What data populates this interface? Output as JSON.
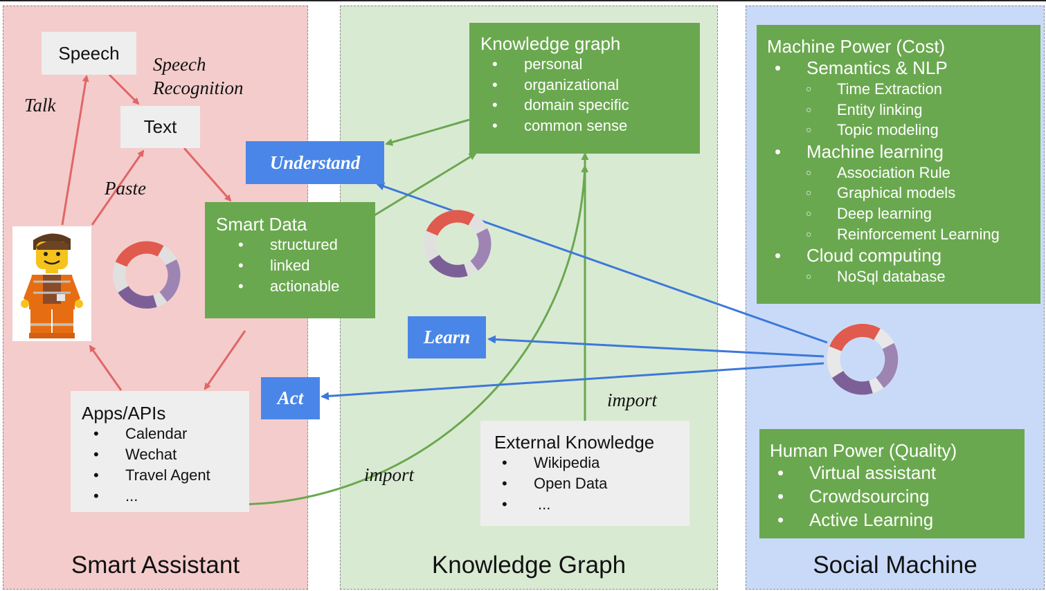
{
  "panels": {
    "smart_assistant": {
      "title": "Smart Assistant"
    },
    "knowledge_graph": {
      "title": "Knowledge Graph"
    },
    "social_machine": {
      "title": "Social Machine"
    }
  },
  "smart_assistant": {
    "speech": "Speech",
    "text": "Text",
    "smart_data": {
      "title": "Smart Data",
      "items": [
        "structured",
        "linked",
        "actionable"
      ]
    },
    "apps": {
      "title": "Apps/APIs",
      "items": [
        "Calendar",
        "Wechat",
        "Travel Agent",
        "..."
      ]
    },
    "labels": {
      "talk": "Talk",
      "speech_recognition_1": "Speech",
      "speech_recognition_2": "Recognition",
      "paste": "Paste"
    },
    "avatar_icon": "lego-figure-icon"
  },
  "knowledge_graph": {
    "kg_box": {
      "title": "Knowledge graph",
      "items": [
        "personal",
        "organizational",
        "domain specific",
        "common sense"
      ]
    },
    "external": {
      "title": "External Knowledge",
      "items": [
        "Wikipedia",
        "Open Data",
        "..."
      ]
    },
    "import_labels": [
      "import",
      "import"
    ]
  },
  "actions": {
    "understand": "Understand",
    "learn": "Learn",
    "act": "Act"
  },
  "social_machine": {
    "machine_power": {
      "title": "Machine Power (Cost)",
      "groups": [
        {
          "label": "Semantics & NLP",
          "items": [
            "Time Extraction",
            "Entity linking",
            "Topic modeling"
          ]
        },
        {
          "label": "Machine learning",
          "items": [
            "Association Rule",
            "Graphical models",
            "Deep learning",
            "Reinforcement Learning"
          ]
        },
        {
          "label": "Cloud computing",
          "items": [
            "NoSql database"
          ]
        }
      ]
    },
    "human_power": {
      "title": "Human Power (Quality)",
      "items": [
        "Virtual assistant",
        "Crowdsourcing",
        "Active Learning"
      ]
    }
  },
  "colors": {
    "pink_panel": "#f4cccc",
    "green_panel": "#d9ead3",
    "blue_panel": "#c9daf8",
    "green_box": "#6aa84f",
    "gray_box": "#eeeeee",
    "blue_tag": "#4a86e8",
    "red_arrow": "#e06666",
    "green_arrow": "#6aa84f",
    "blue_arrow": "#3c78d8"
  }
}
